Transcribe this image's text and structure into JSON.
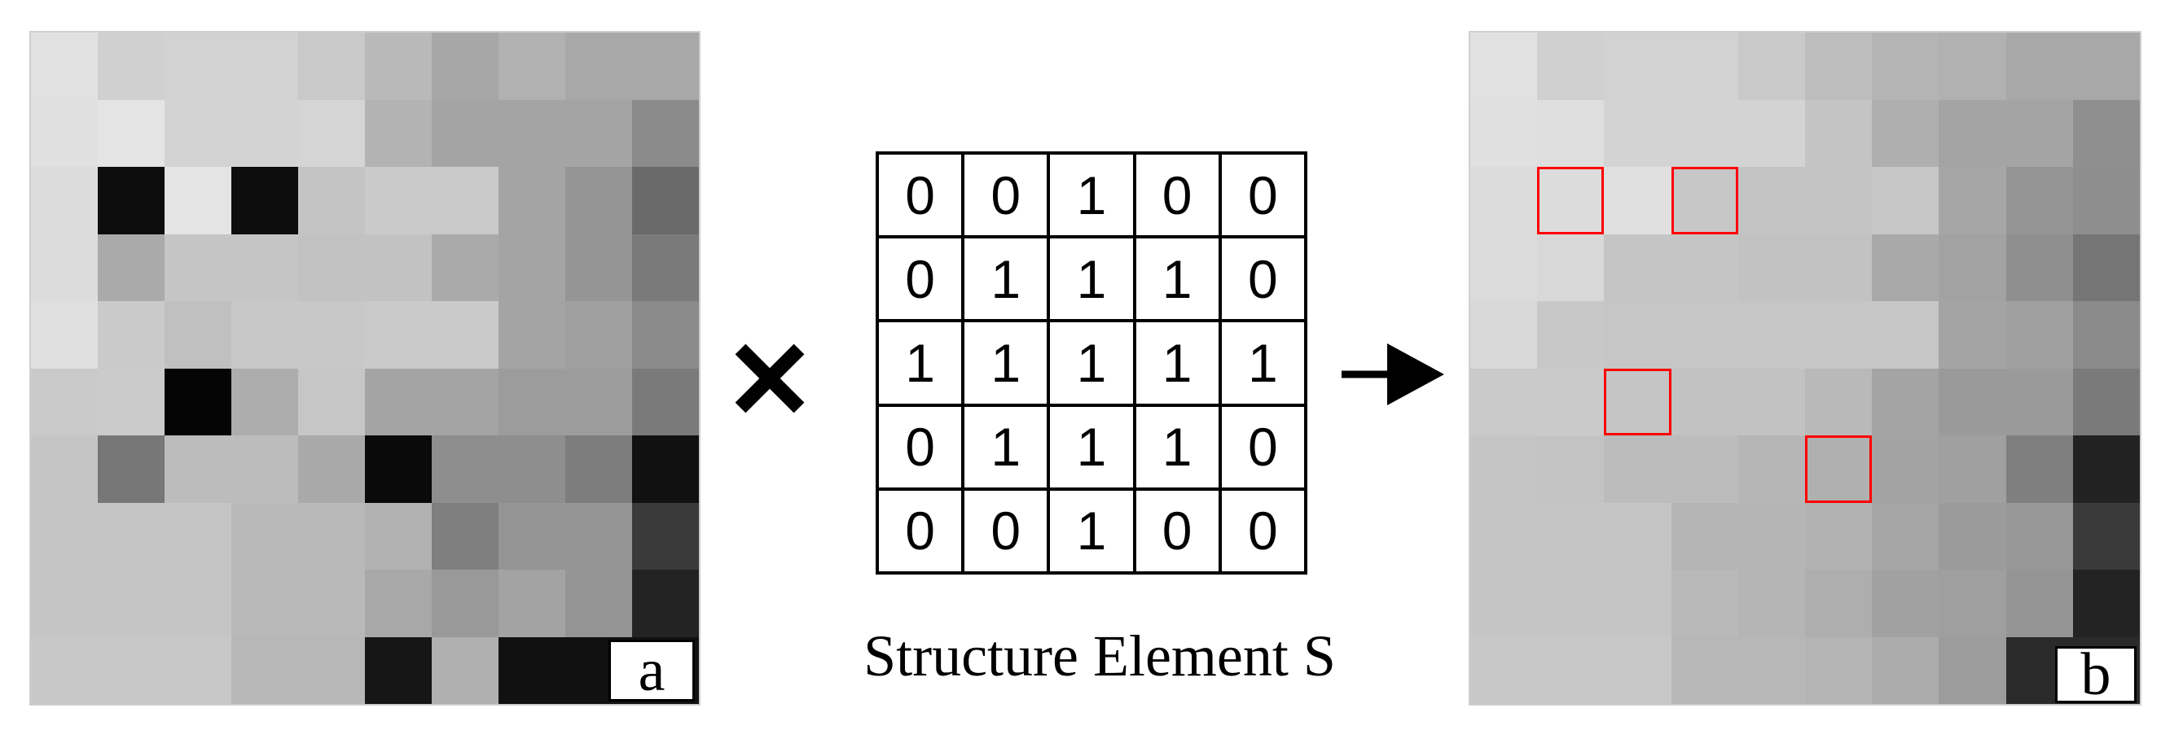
{
  "panel_a": {
    "label": "a",
    "cells": [
      [
        "#e1e1e1",
        "#d0d0d0",
        "#d2d2d2",
        "#d2d2d2",
        "#c9c9c9",
        "#b9b9b9",
        "#a7a7a7",
        "#b1b1b1",
        "#a8a8a8",
        "#a8a8a8"
      ],
      [
        "#e0e0e0",
        "#e4e4e4",
        "#d3d3d3",
        "#d3d3d3",
        "#d5d5d5",
        "#b3b3b3",
        "#a4a4a4",
        "#a4a4a4",
        "#a4a4a4",
        "#8a8a8a"
      ],
      [
        "#dcdcdc",
        "#0d0d0d",
        "#e4e4e4",
        "#0d0d0d",
        "#c4c4c4",
        "#cacaca",
        "#cacaca",
        "#a4a4a4",
        "#959595",
        "#6a6a6a"
      ],
      [
        "#dcdcdc",
        "#aaaaaa",
        "#c5c5c5",
        "#c5c5c5",
        "#c2c2c2",
        "#c2c2c2",
        "#aaaaaa",
        "#a4a4a4",
        "#959595",
        "#7a7a7a"
      ],
      [
        "#e0e0e0",
        "#cacaca",
        "#c0c0c0",
        "#c8c8c8",
        "#c8c8c8",
        "#cacaca",
        "#cacaca",
        "#a4a4a4",
        "#a0a0a0",
        "#8a8a8a"
      ],
      [
        "#cacaca",
        "#cbcbcb",
        "#050505",
        "#adadad",
        "#c6c6c6",
        "#a4a4a4",
        "#a4a4a4",
        "#9c9c9c",
        "#9c9c9c",
        "#7a7a7a"
      ],
      [
        "#c5c5c5",
        "#777777",
        "#bcbcbc",
        "#bcbcbc",
        "#a9a9a9",
        "#0a0a0a",
        "#8e8e8e",
        "#8e8e8e",
        "#7d7d7d",
        "#111111"
      ],
      [
        "#c5c5c5",
        "#c5c5c5",
        "#c5c5c5",
        "#b9b9b9",
        "#b9b9b9",
        "#b2b2b2",
        "#7f7f7f",
        "#959595",
        "#959595",
        "#3a3a3a"
      ],
      [
        "#c5c5c5",
        "#c5c5c5",
        "#c5c5c5",
        "#b9b9b9",
        "#b9b9b9",
        "#a8a8a8",
        "#999999",
        "#a3a3a3",
        "#959595",
        "#232323"
      ],
      [
        "#c8c8c8",
        "#c8c8c8",
        "#c8c8c8",
        "#b7b7b7",
        "#b7b7b7",
        "#161616",
        "#b0b0b0",
        "#111111",
        "#111111",
        "#111111"
      ]
    ]
  },
  "operator_symbol": "×",
  "structure_element": {
    "caption": "Structure Element S",
    "matrix": [
      [
        "0",
        "0",
        "1",
        "0",
        "0"
      ],
      [
        "0",
        "1",
        "1",
        "1",
        "0"
      ],
      [
        "1",
        "1",
        "1",
        "1",
        "1"
      ],
      [
        "0",
        "1",
        "1",
        "1",
        "0"
      ],
      [
        "0",
        "0",
        "1",
        "0",
        "0"
      ]
    ]
  },
  "panel_b": {
    "label": "b",
    "cells": [
      [
        "#e1e1e1",
        "#d0d0d0",
        "#d2d2d2",
        "#d2d2d2",
        "#c9c9c9",
        "#bdbdbd",
        "#b4b4b4",
        "#b1b1b1",
        "#a8a8a8",
        "#a8a8a8"
      ],
      [
        "#e0e0e0",
        "#dedede",
        "#d3d3d3",
        "#d3d3d3",
        "#d3d3d3",
        "#c4c4c4",
        "#afafaf",
        "#a4a4a4",
        "#a4a4a4",
        "#8f8f8f"
      ],
      [
        "#dcdcdc",
        "#dcdcdc",
        "#e0e0e0",
        "#c7c7c7",
        "#c4c4c4",
        "#c4c4c4",
        "#c6c6c6",
        "#a6a6a6",
        "#959595",
        "#8e8e8e"
      ],
      [
        "#dcdcdc",
        "#d8d8d8",
        "#c5c5c5",
        "#c5c5c5",
        "#c2c2c2",
        "#c2c2c2",
        "#a9a9a9",
        "#a2a2a2",
        "#8f8f8f",
        "#757575"
      ],
      [
        "#d8d8d8",
        "#c8c8c8",
        "#c6c6c6",
        "#c6c6c6",
        "#c6c6c6",
        "#c6c6c6",
        "#c6c6c6",
        "#a4a4a4",
        "#a0a0a0",
        "#8a8a8a"
      ],
      [
        "#cacaca",
        "#cacaca",
        "#c5c5c5",
        "#c2c2c2",
        "#c2c2c2",
        "#b9b9b9",
        "#a4a4a4",
        "#9a9a9a",
        "#9a9a9a",
        "#7a7a7a"
      ],
      [
        "#c5c5c5",
        "#c3c3c3",
        "#bcbcbc",
        "#bcbcbc",
        "#b6b6b6",
        "#b0b0b0",
        "#a3a3a3",
        "#a0a0a0",
        "#7f7f7f",
        "#222222"
      ],
      [
        "#c5c5c5",
        "#c5c5c5",
        "#c5c5c5",
        "#b5b5b5",
        "#b5b5b5",
        "#b2b2b2",
        "#a5a5a5",
        "#9b9b9b",
        "#989898",
        "#3a3a3a"
      ],
      [
        "#c5c5c5",
        "#c5c5c5",
        "#c5c5c5",
        "#b9b9b9",
        "#b5b5b5",
        "#aeaeae",
        "#a1a1a1",
        "#9f9f9f",
        "#959595",
        "#232323"
      ],
      [
        "#c8c8c8",
        "#c8c8c8",
        "#c8c8c8",
        "#b7b7b7",
        "#b7b7b7",
        "#b4b4b4",
        "#acacac",
        "#9c9c9c",
        "#2a2a2a",
        "#2a2a2a"
      ]
    ],
    "highlighted_cells": [
      [
        2,
        1
      ],
      [
        2,
        3
      ],
      [
        5,
        2
      ],
      [
        6,
        5
      ]
    ],
    "highlight_color": "#ff0000"
  },
  "arrow_color": "#000000"
}
